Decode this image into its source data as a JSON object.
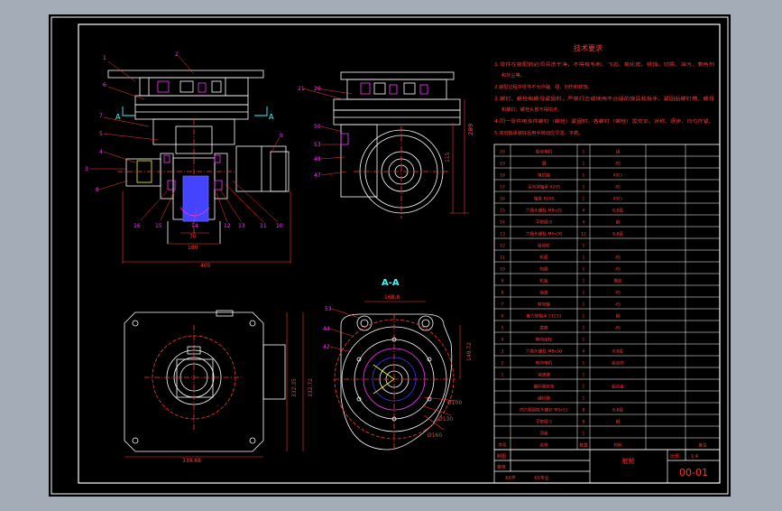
{
  "colors": {
    "background": "#a3acb7",
    "sheet": "#000000",
    "line": "#ffffff",
    "dim": "#ff3838",
    "magenta": "#ff33ff",
    "blue": "#3a3aff",
    "yellow": "#ffff00",
    "cyan": "#33ffff",
    "green": "#33ff33"
  },
  "tech_requirements": {
    "title": "技术要求",
    "lines": [
      "1.零件在装配前必须清洗干净，不得有毛刺、飞边、氧化皮、锈蚀、切屑、油污、着色剂",
      "和灰尘等。",
      "2.装配过程中零件不允许磕、碰、划伤和锈蚀。",
      "3.螺钉、螺栓和螺母紧固时，严禁打击或使用不合适的旋具和扳手，紧固后螺钉槽、螺母",
      "和螺钉、螺栓头部不得损坏。",
      "4.同一零件用多件螺钉（螺栓）紧固时，各螺钉（螺栓）需交叉、对称、逐步、均匀拧紧。",
      "5.滚动轴承装好后用手转动应灵活、平稳。"
    ]
  },
  "section_label": "A-A",
  "section_marks": [
    "A",
    "A"
  ],
  "dimensions": {
    "d70": "70",
    "d180": "180",
    "d405": "405",
    "d115": "115",
    "d289": "289",
    "d168": "168.8",
    "d149": "149.72",
    "d339h": "339.68",
    "d332": "332.72",
    "d332b": "332.35",
    "d100": "Ø100",
    "d130": "Ø130",
    "d160": "Ø160"
  },
  "balloons": {
    "front_left": [
      "2",
      "1",
      "6",
      "7",
      "5",
      "4",
      "3",
      "8"
    ],
    "front_right": [
      "9"
    ],
    "front_bottom": [
      "16",
      "15",
      "14",
      "12",
      "13",
      "11",
      "10"
    ],
    "side_top": [
      "21",
      "20"
    ],
    "side_left": [
      "50",
      "53",
      "48",
      "47"
    ],
    "section_left": [
      "53",
      "44",
      "42"
    ]
  },
  "bom": {
    "rows": [
      {
        "no": "20",
        "name": "驱动电机",
        "qty": "1",
        "mat": "组"
      },
      {
        "no": "19",
        "name": "键",
        "qty": "1",
        "mat": "45"
      },
      {
        "no": "18",
        "name": "电机轴",
        "qty": "1",
        "mat": "40Cr"
      },
      {
        "no": "17",
        "name": "深沟球轴承 6205",
        "qty": "1",
        "mat": "45"
      },
      {
        "no": "16",
        "name": "轴承 6206",
        "qty": "1",
        "mat": "40Cr"
      },
      {
        "no": "15",
        "name": "六角头螺栓 M8x25",
        "qty": "4",
        "mat": "8.8级"
      },
      {
        "no": "14",
        "name": "平垫圈 8",
        "qty": "4",
        "mat": "钢"
      },
      {
        "no": "13",
        "name": "六角头螺栓 M6x20",
        "qty": "12",
        "mat": "8.8级"
      },
      {
        "no": "12",
        "name": "驱动轮",
        "qty": "1",
        "mat": ""
      },
      {
        "no": "11",
        "name": "轮毂",
        "qty": "1",
        "mat": "45"
      },
      {
        "no": "10",
        "name": "挡圈",
        "qty": "1",
        "mat": "45"
      },
      {
        "no": "9",
        "name": "轮胎",
        "qty": "1",
        "mat": "橡胶"
      },
      {
        "no": "8",
        "name": "端盖",
        "qty": "1",
        "mat": "45"
      },
      {
        "no": "7",
        "name": "转向轴",
        "qty": "1",
        "mat": "45"
      },
      {
        "no": "6",
        "name": "推力球轴承 51211",
        "qty": "1",
        "mat": "钢"
      },
      {
        "no": "5",
        "name": "底座",
        "qty": "1",
        "mat": "45"
      },
      {
        "no": "4",
        "name": "转向齿轮",
        "qty": "1",
        "mat": ""
      },
      {
        "no": "3",
        "name": "六角头螺栓 M8x30",
        "qty": "4",
        "mat": "8.8级"
      },
      {
        "no": "2",
        "name": "转向电机",
        "qty": "1",
        "mat": "组合件"
      },
      {
        "no": "1",
        "name": "减速器",
        "qty": "1",
        "mat": ""
      },
      {
        "no": "",
        "name": "编码器支架",
        "qty": "1",
        "mat": "铝合金"
      },
      {
        "no": "",
        "name": "编码器",
        "qty": "1",
        "mat": ""
      },
      {
        "no": "",
        "name": "内六角圆柱头螺钉 M5x12",
        "qty": "8",
        "mat": "8.8级"
      },
      {
        "no": "",
        "name": "平垫圈 5",
        "qty": "8",
        "mat": "钢"
      },
      {
        "no": "",
        "name": "顶板",
        "qty": "1",
        "mat": ""
      }
    ],
    "header": {
      "no": "序号",
      "name": "名称",
      "qty": "数量",
      "mat": "材料",
      "note": "备注"
    }
  },
  "title_block": {
    "drawing_name": "舵轮",
    "scale_label": "比例",
    "scale_value": "1:4",
    "drawing_no": "00-01",
    "label_design": "制图",
    "label_check": "审核",
    "school": "XX学",
    "major": "XX专业"
  }
}
